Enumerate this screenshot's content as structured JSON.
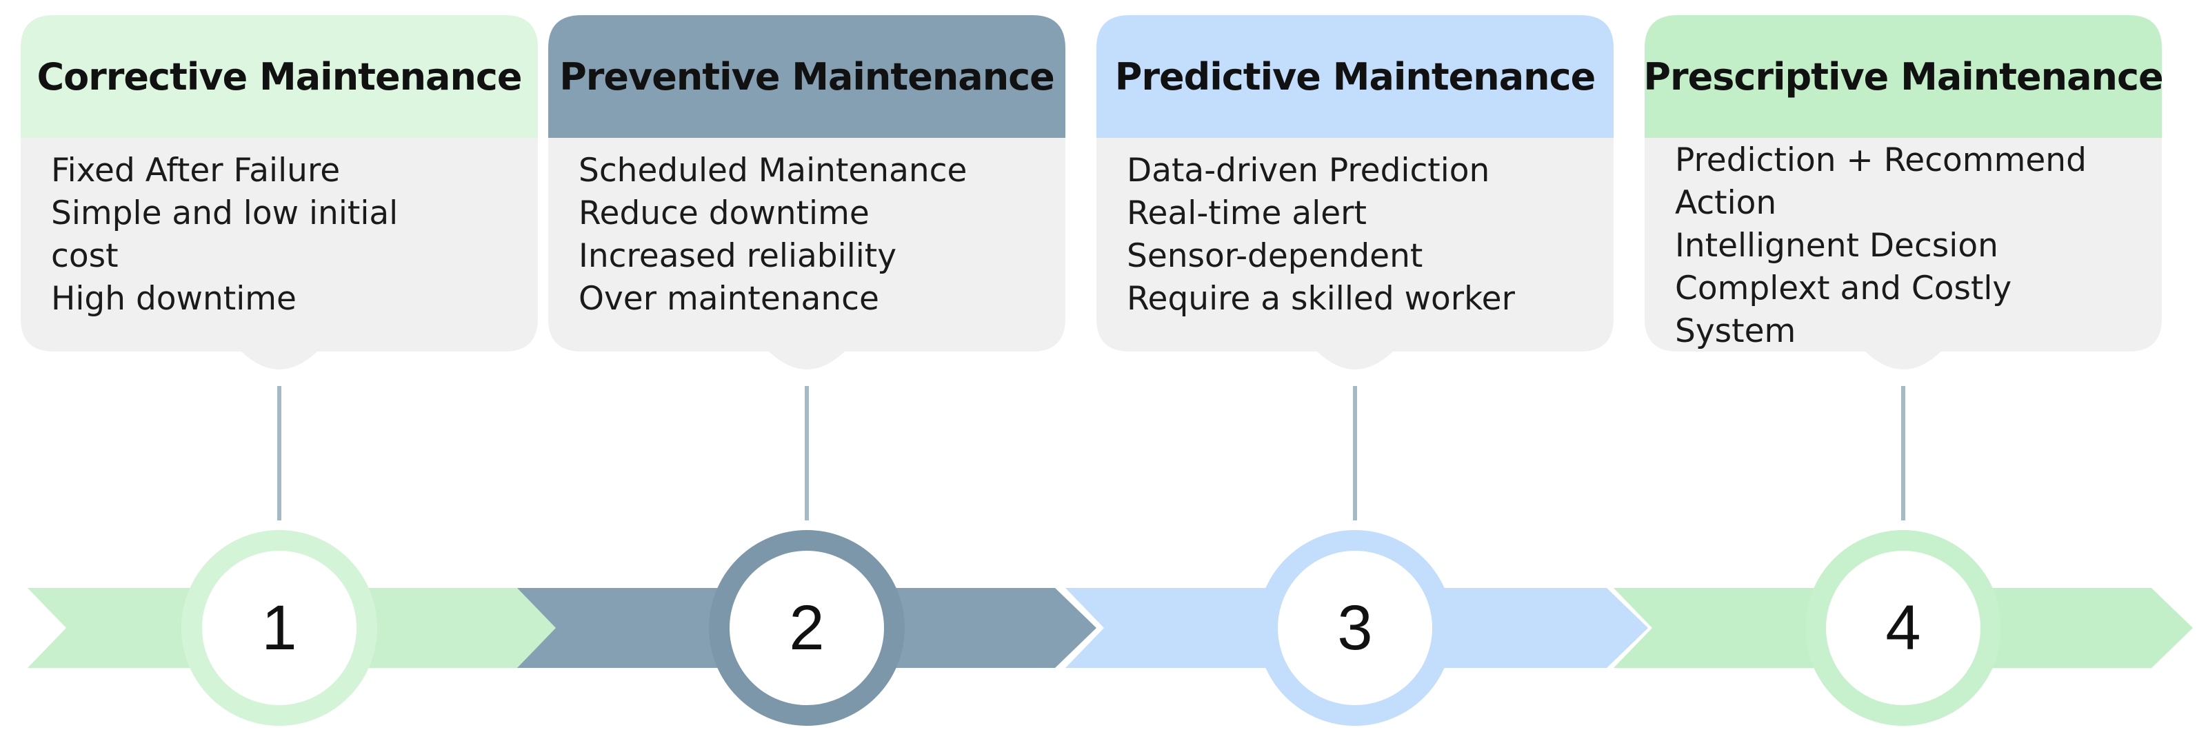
{
  "colors": {
    "green_light": "#dcf6df",
    "green_mid": "#c7f0cc",
    "slate": "#86a0b3",
    "blue_light": "#c3defc",
    "green_accent": "#c2efc7",
    "card_body": "#f0f0f0",
    "connector": "#a4bac7"
  },
  "stages": [
    {
      "number": "1",
      "title": "Corrective Maintenance",
      "items": [
        "Fixed After Failure",
        "Simple and low initial",
        "cost",
        "High downtime"
      ]
    },
    {
      "number": "2",
      "title": "Preventive Maintenance",
      "items": [
        "Scheduled Maintenance",
        "Reduce downtime",
        "Increased reliability",
        "Over maintenance"
      ]
    },
    {
      "number": "3",
      "title": "Predictive Maintenance",
      "items": [
        "Data-driven Prediction",
        "Real-time alert",
        "Sensor-dependent",
        "Require a skilled worker"
      ]
    },
    {
      "number": "4",
      "title": "Prescriptive Maintenance",
      "items": [
        "Prediction + Recommend",
        "Action",
        "Intellignent Decsion",
        "Complext and Costly System"
      ]
    }
  ]
}
